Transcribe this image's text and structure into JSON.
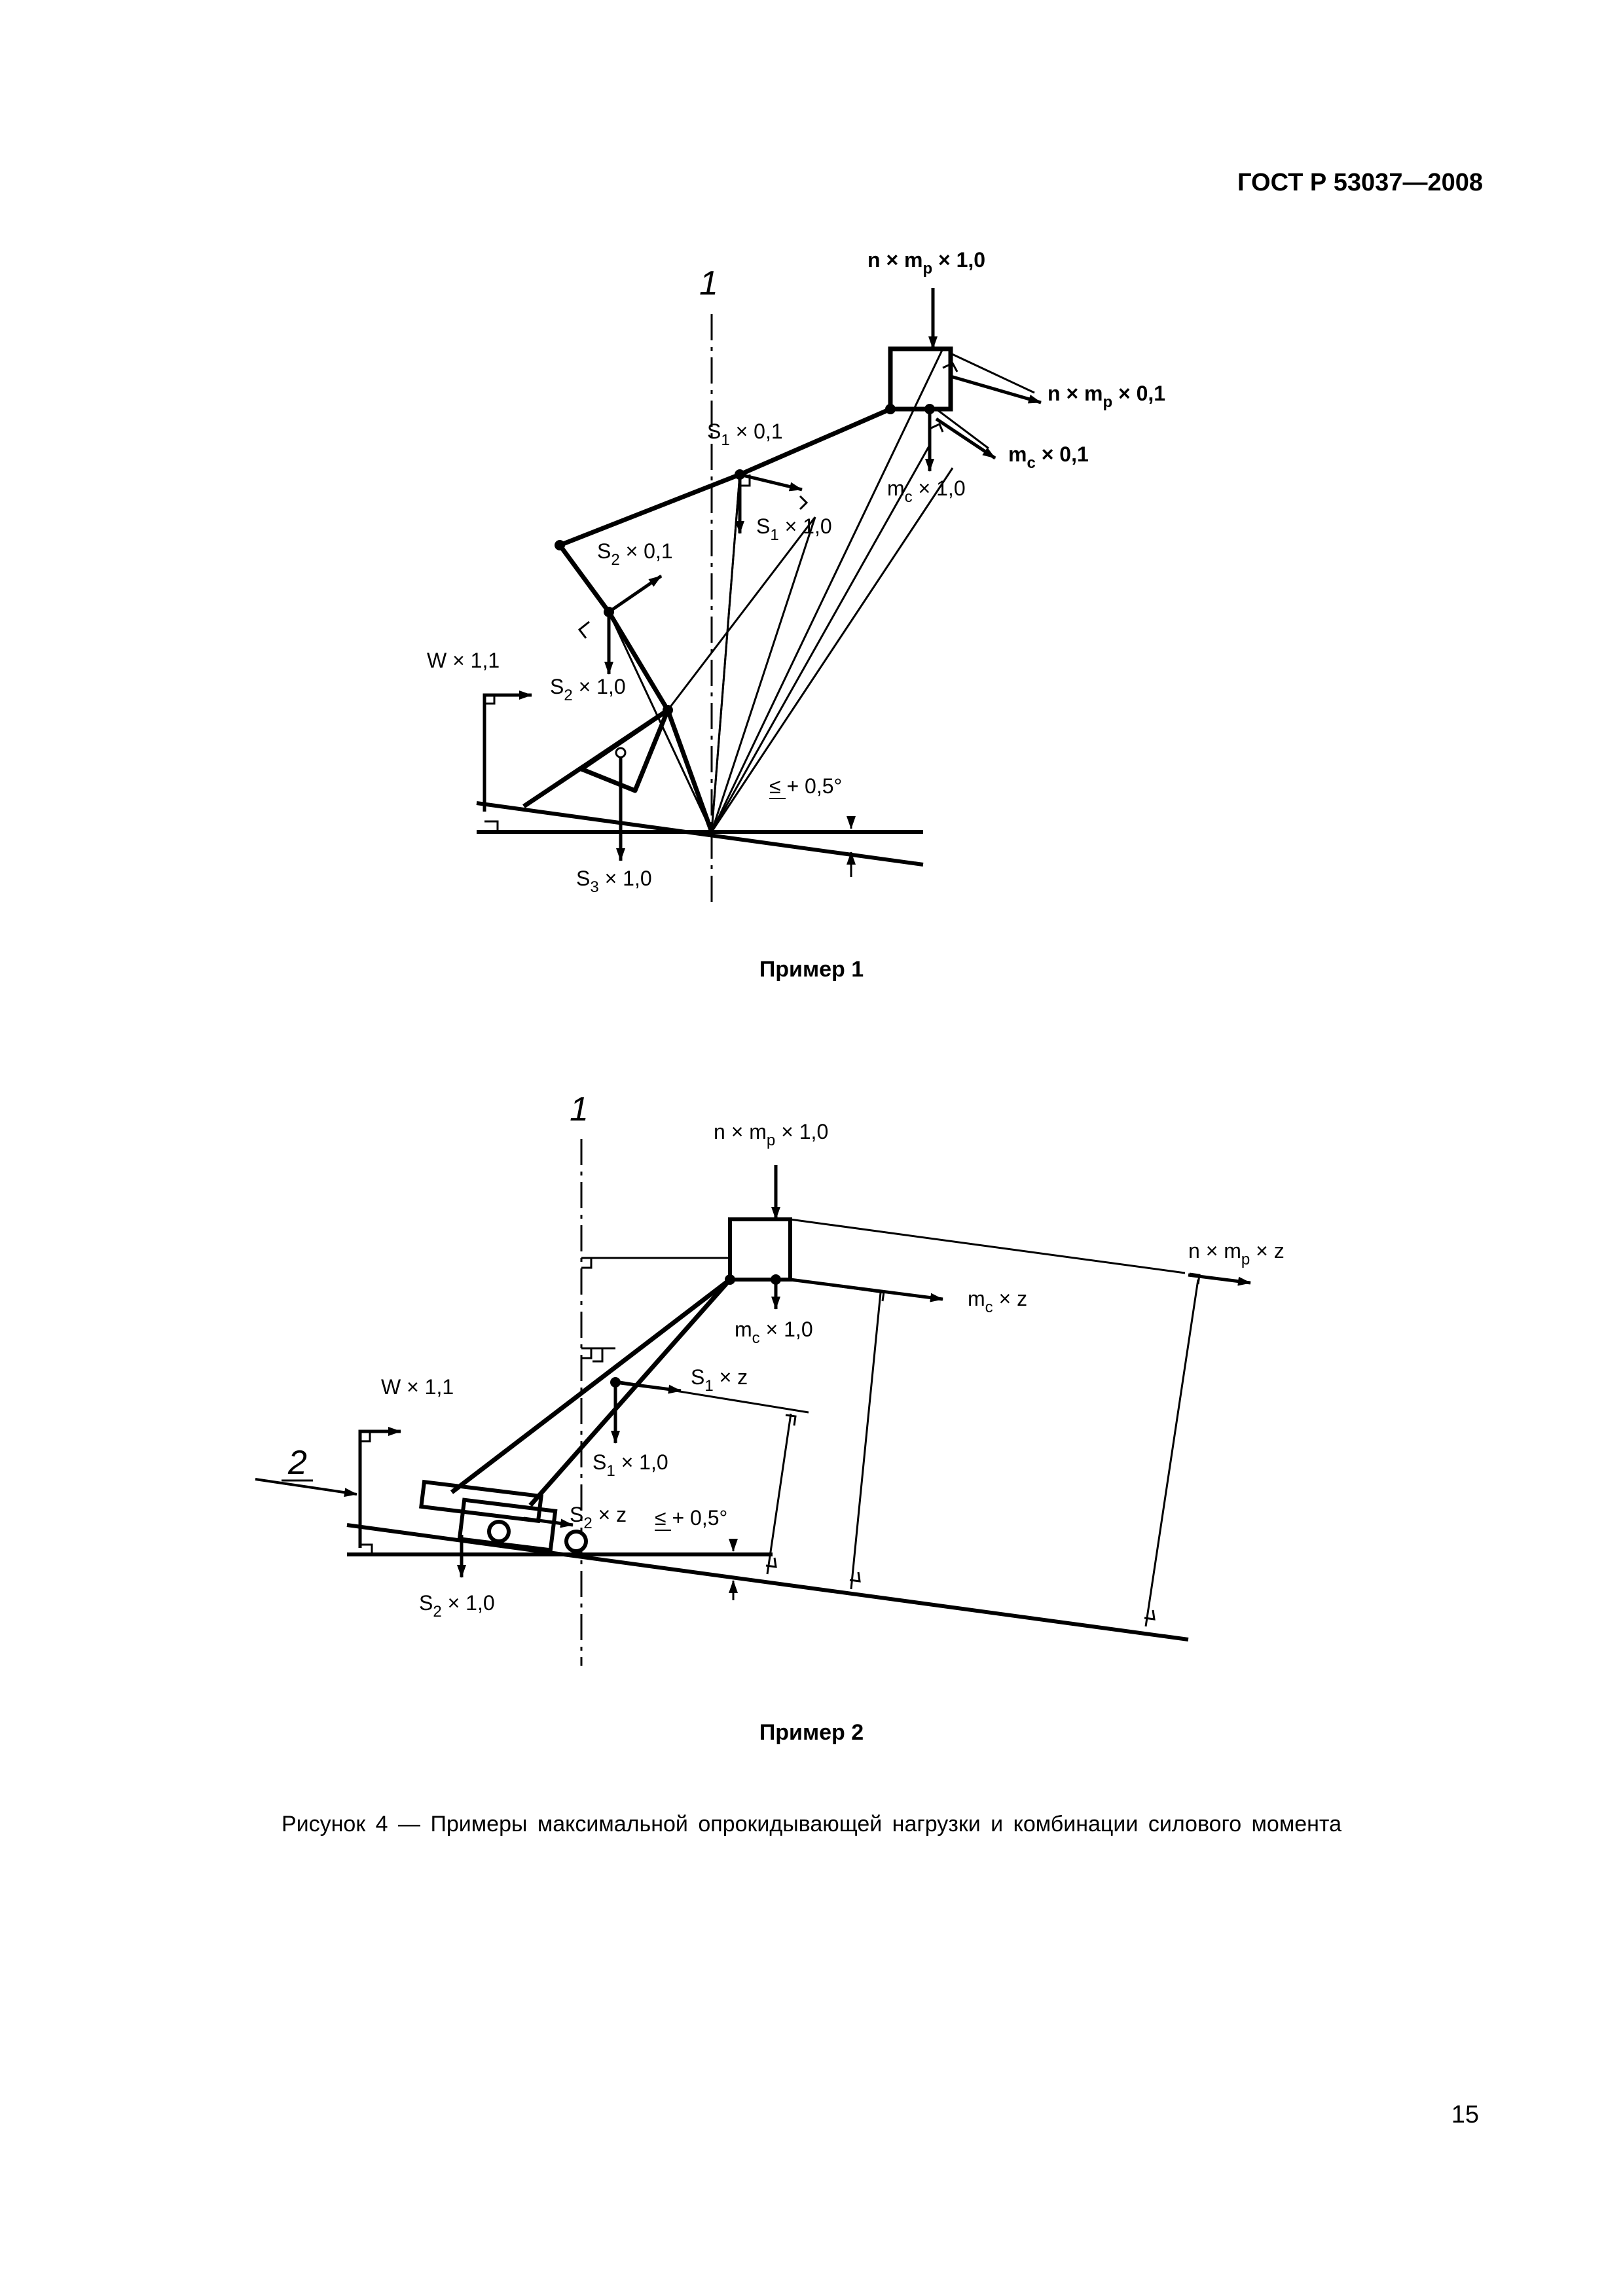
{
  "header": {
    "standard": "ГОСТ Р 53037—2008"
  },
  "figure1": {
    "label": "Пример 1",
    "axis_marker": "1",
    "angle_label": "≤ + 0,5°",
    "loads": {
      "n_mp_10": {
        "base": "n × m",
        "sub": "p",
        "tail": " × 1,0"
      },
      "n_mp_01": {
        "base": "n × m",
        "sub": "p",
        "tail": " × 0,1"
      },
      "mc_01": {
        "base": "m",
        "sub": "c",
        "tail": " × 0,1"
      },
      "mc_10": {
        "base": "m",
        "sub": "c",
        "tail": " × 1,0"
      },
      "s1_01": {
        "base": "S",
        "sub": "1",
        "tail": " × 0,1"
      },
      "s1_10": {
        "base": "S",
        "sub": "1",
        "tail": " × 1,0"
      },
      "s2_01": {
        "base": "S",
        "sub": "2",
        "tail": " × 0,1"
      },
      "s2_10": {
        "base": "S",
        "sub": "2",
        "tail": " × 1,0"
      },
      "s3_10": {
        "base": "S",
        "sub": "3",
        "tail": " × 1,0"
      },
      "w_11": "W × 1,1"
    }
  },
  "figure2": {
    "label": "Пример 2",
    "axis_marker": "1",
    "wind_marker": "2",
    "angle_label": "≤ + 0,5°",
    "loads": {
      "n_mp_10": {
        "base": "n × m",
        "sub": "p",
        "tail": " × 1,0"
      },
      "n_mp_z": {
        "base": "n × m",
        "sub": "p",
        "tail": " × z"
      },
      "mc_z": {
        "base": "m",
        "sub": "c",
        "tail": " × z"
      },
      "mc_10": {
        "base": "m",
        "sub": "c",
        "tail": " × 1,0"
      },
      "s1_z": {
        "base": "S",
        "sub": "1",
        "tail": " × z"
      },
      "s1_10": {
        "base": "S",
        "sub": "1",
        "tail": " × 1,0"
      },
      "s2_z": {
        "base": "S",
        "sub": "2",
        "tail": " × z"
      },
      "s2_10": {
        "base": "S",
        "sub": "2",
        "tail": " × 1,0"
      },
      "w_11": "W × 1,1"
    }
  },
  "caption": "Рисунок 4 — Примеры максимальной опрокидывающей нагрузки  и комбинации силового момента",
  "page_number": "15"
}
